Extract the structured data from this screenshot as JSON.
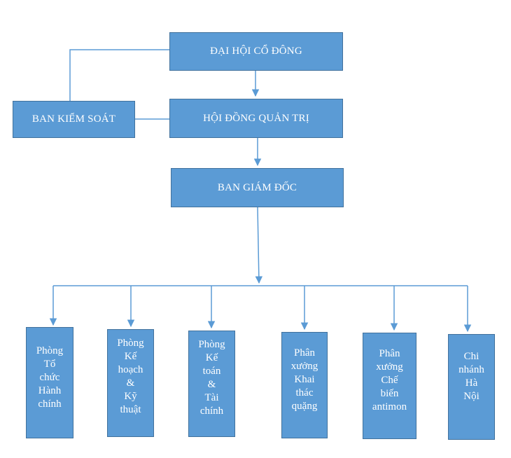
{
  "diagram": {
    "shareholders": "ĐẠI HỘI CỔ ĐÔNG",
    "board": "HỘI ĐỒNG QUẢN TRỊ",
    "supervisors": "BAN KIỂM SOÁT",
    "directors": "BAN GIÁM ĐỐC",
    "departments": [
      {
        "lines": [
          "Phòng",
          "Tổ",
          "chức",
          "Hành",
          "chính"
        ]
      },
      {
        "lines": [
          "Phòng",
          "Kế",
          "hoạch",
          "&",
          "Kỹ",
          "thuật"
        ]
      },
      {
        "lines": [
          "Phòng",
          "Kế",
          "toán",
          "&",
          "Tài",
          "chính"
        ]
      },
      {
        "lines": [
          "Phân",
          "xưởng",
          "Khai",
          "thác",
          "quặng"
        ]
      },
      {
        "lines": [
          "Phân",
          "xưởng",
          "Chế",
          "biến",
          "antimon"
        ]
      },
      {
        "lines": [
          "Chi",
          "nhánh",
          "Hà",
          "Nội"
        ]
      }
    ],
    "colors": {
      "box_fill": "#5b9bd5",
      "box_border": "#41719c",
      "connector": "#5b9bd5",
      "text": "#ffffff"
    }
  }
}
